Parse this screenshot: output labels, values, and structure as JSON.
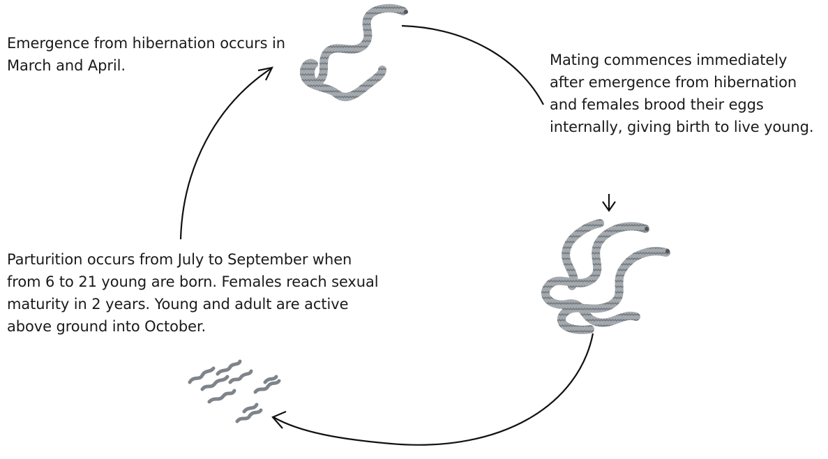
{
  "stages": [
    {
      "id": "emergence",
      "text": "Emergence from hibernation occurs in March and April.",
      "icon": "single-snake-icon"
    },
    {
      "id": "mating",
      "text": "Mating commences immediately after emergence from hibernation and females brood their eggs internally, giving birth to live young.",
      "icon": "mating-snakes-icon"
    },
    {
      "id": "parturition",
      "text": "Parturition occurs from July to September when from 6 to 21 young are born. Females reach sexual maturity in 2 years. Young and adult are active above ground into October.",
      "icon": "young-snakes-icon"
    }
  ],
  "colors": {
    "snake_body": "#9aa0a6",
    "snake_pattern": "#7a7f86",
    "arrow": "#111111"
  }
}
